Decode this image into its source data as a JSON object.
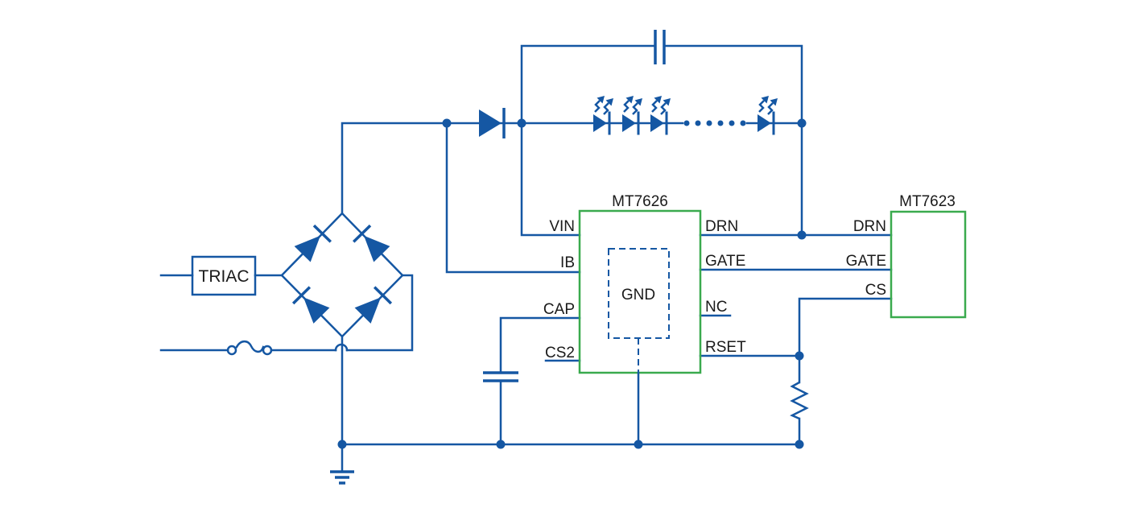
{
  "colors": {
    "wire": "#1557A3",
    "chip": "#3AAA4E",
    "label": "#1A1A1A",
    "bg": "#FFFFFF"
  },
  "schematic": {
    "triac_label": "TRIAC",
    "mt7626": {
      "title": "MT7626",
      "pins_left": [
        "VIN",
        "IB",
        "CAP",
        "CS2"
      ],
      "pins_right": [
        "DRN",
        "GATE",
        "NC",
        "RSET"
      ],
      "internal_block": "GND"
    },
    "mt7623": {
      "title": "MT7623",
      "pins_left": [
        "DRN",
        "GATE",
        "CS"
      ]
    },
    "led_string": {
      "leds_shown": 4,
      "continuation_dots": 6
    },
    "symbols": {
      "bridge": "bridge-rectifier",
      "fuse": "fuse",
      "input_diode": "diode",
      "top_capacitor": "capacitor",
      "cap_pin_capacitor": "capacitor",
      "rset_resistor": "resistor",
      "ground": "earth-ground"
    }
  }
}
